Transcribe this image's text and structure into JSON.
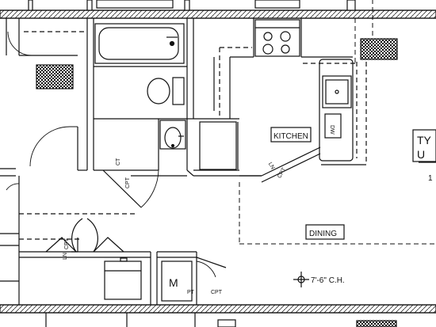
{
  "rooms": {
    "kitchen": "KITCHEN",
    "dining": "DINING"
  },
  "annotations": {
    "ceiling_height": "7'-6\" C.H.",
    "ct": "CT",
    "cpt": "CPT",
    "ln": "LN",
    "pt": "PT",
    "m": "M",
    "dw": "DW",
    "ty": "TY",
    "u": "U",
    "one": "1"
  },
  "colors": {
    "line": "#111111",
    "fill_dark": "#222222"
  }
}
